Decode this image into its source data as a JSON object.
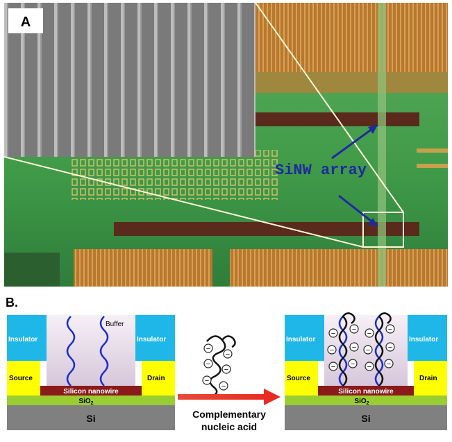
{
  "panel_a": {
    "label": "A",
    "annotation": "SiNW array"
  },
  "panel_b": {
    "label": "B.",
    "left_device": {
      "insulator_left": "Insulator",
      "insulator_right": "Insulator",
      "buffer": "Buffer",
      "source": "Source",
      "drain": "Drain",
      "nanowire": "Silicon nanowire",
      "oxide": "SiO",
      "oxide_sub": "2",
      "substrate": "Si"
    },
    "right_device": {
      "insulator_left": "Insulator",
      "insulator_right": "Insulator",
      "source": "Source",
      "drain": "Drain",
      "nanowire": "Silicon nanowire",
      "oxide": "SiO",
      "oxide_sub": "2",
      "substrate": "Si"
    },
    "arrow_text_line1": "Complementary",
    "arrow_text_line2": "nucleic acid",
    "charge_symbol": "−"
  },
  "colors": {
    "insulator": "#1fb6e8",
    "contact": "#ffff00",
    "nanowire": "#8b1a1a",
    "oxide": "#9acd32",
    "substrate": "#808080",
    "probe_dna": "#1b2fd0",
    "target_dna": "#111111",
    "arrow": "#e8281e",
    "annotation": "#1f2a9e",
    "chip_green": "#3d9a4a"
  }
}
